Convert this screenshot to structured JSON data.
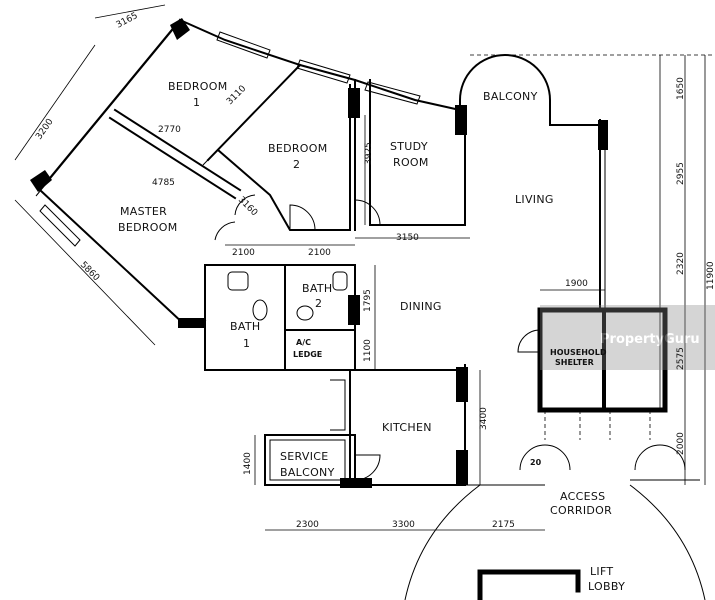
{
  "rooms": {
    "bedroom1": [
      "BEDROOM",
      "1"
    ],
    "bedroom2": [
      "BEDROOM",
      "2"
    ],
    "master": [
      "MASTER",
      "BEDROOM"
    ],
    "study": [
      "STUDY",
      "ROOM"
    ],
    "balcony": "BALCONY",
    "living": "LIVING",
    "dining": "DINING",
    "bath1": [
      "BATH",
      "1"
    ],
    "bath2": [
      "BATH",
      "2"
    ],
    "ac_ledge": [
      "A/C",
      "LEDGE"
    ],
    "kitchen": "KITCHEN",
    "service_balcony": [
      "SERVICE",
      "BALCONY"
    ],
    "household_shelter": [
      "HOUSEHOLD",
      "SHELTER"
    ],
    "access_corridor": [
      "ACCESS",
      "CORRIDOR"
    ],
    "lift_lobby": [
      "LIFT",
      "LOBBY"
    ],
    "door_label": "20"
  },
  "dimensions": {
    "d3165": "3165",
    "d3200": "3200",
    "d3110": "3110",
    "d2770": "2770",
    "d4785": "4785",
    "d3160": "3160",
    "d5860": "5860",
    "d3925": "3925",
    "d2100a": "2100",
    "d2100b": "2100",
    "d3150": "3150",
    "d1795": "1795",
    "d1100": "1100",
    "d1900": "1900",
    "d1650": "1650",
    "d2955": "2955",
    "d2320": "2320",
    "d11900": "11900",
    "d2575": "2575",
    "d2000": "2000",
    "d3400": "3400",
    "d1400": "1400",
    "d2300": "2300",
    "d3300": "3300",
    "d2175": "2175"
  },
  "watermark": "PropertyGuru"
}
